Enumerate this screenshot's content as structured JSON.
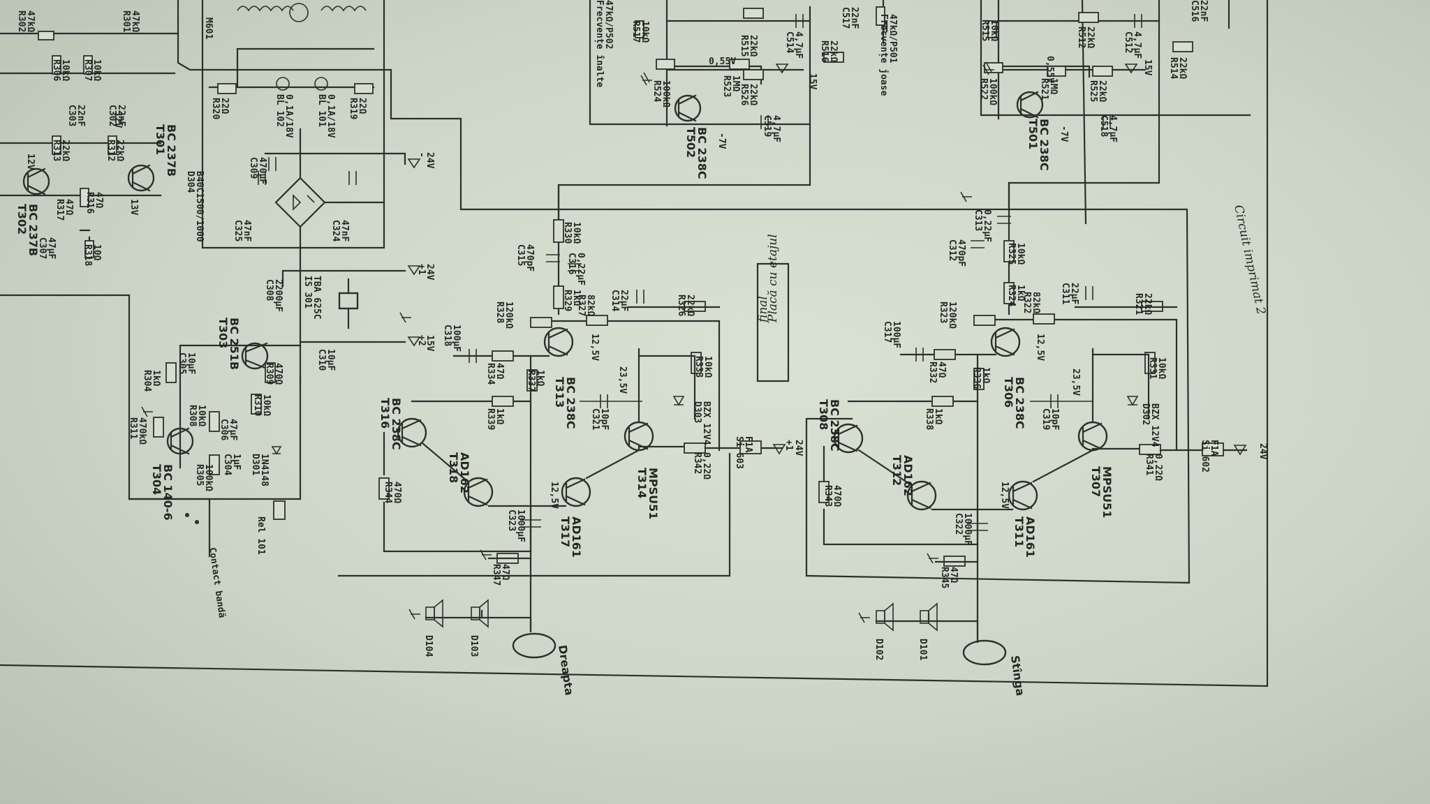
{
  "labels": {
    "board_label": "Placă cu etajul final",
    "board_label_l1": "Placă cu etajul",
    "board_label_l2": "final",
    "circuit_2": "Circuit imprimat 2",
    "right_out": "Dreapta",
    "left_out": "Stînga",
    "contact_band": "Contact bandă",
    "supply_24": "24V",
    "supply_15": "15V",
    "supply_neg7": "-7V",
    "supply_plus1": "+1",
    "supply_plus2": "+2",
    "supply_minus": "-",
    "v_055": "0,55V",
    "v_125": "12,5V",
    "v_235": "23,5V",
    "v_13": "13V",
    "v_12": "12V"
  },
  "components": {
    "t313": [
      "BC 238C",
      "T313"
    ],
    "t306": [
      "BC 238C",
      "T306"
    ],
    "t316t": [
      "BC 238C",
      "T316"
    ],
    "t308": [
      "BC 238C",
      "T308"
    ],
    "t314": [
      "MPSU51",
      "T314"
    ],
    "t307": [
      "MPSU51",
      "T307"
    ],
    "t318": [
      "AD162",
      "T318"
    ],
    "t312": [
      "AD162",
      "T312"
    ],
    "t317": [
      "AD161",
      "T317"
    ],
    "t311": [
      "AD161",
      "T311"
    ],
    "t502": [
      "BC 238C",
      "T502"
    ],
    "t501": [
      "BC 238C",
      "T501"
    ],
    "t303": [
      "BC 251B",
      "T303"
    ],
    "t304": [
      "BC 140-6",
      "T304"
    ],
    "t301": [
      "BC 237B",
      "T301"
    ],
    "t302": [
      "BC 237B",
      "T302"
    ],
    "r330": [
      "10kΩ",
      "R330"
    ],
    "r325": [
      "10kΩ",
      "R325"
    ],
    "c316": [
      "0,22µF",
      "C316"
    ],
    "c313": [
      "0,22µF",
      "C313"
    ],
    "c315": [
      "470pF",
      "C315"
    ],
    "c312": [
      "470pF",
      "C312"
    ],
    "r329": [
      "1kΩ",
      "R329"
    ],
    "r324": [
      "1kΩ",
      "R324"
    ],
    "r327": [
      "82kΩ",
      "R327"
    ],
    "r322": [
      "82kΩ",
      "R322"
    ],
    "c314": [
      "22µF",
      "C314"
    ],
    "c311": [
      "22µF",
      "C311"
    ],
    "r328": [
      "120kΩ",
      "R328"
    ],
    "r323": [
      "120kΩ",
      "R323"
    ],
    "r326": [
      "22kΩ",
      "R326"
    ],
    "r321": [
      "22kΩ",
      "R321"
    ],
    "c318": [
      "100µF",
      "C318"
    ],
    "c317": [
      "100µF",
      "C317"
    ],
    "r334": [
      "47Ω",
      "R334"
    ],
    "r332": [
      "47Ω",
      "R332"
    ],
    "r337": [
      "1kΩ",
      "R337"
    ],
    "r336": [
      "1kΩ",
      "R336"
    ],
    "r333": [
      "10kΩ",
      "R333"
    ],
    "r331": [
      "10kΩ",
      "R331"
    ],
    "c321": [
      "10pF",
      "C321"
    ],
    "c319": [
      "10pF",
      "C319"
    ],
    "d303": [
      "BZX 12V4",
      "D303"
    ],
    "d302": [
      "BZX 12V4",
      "D302"
    ],
    "r339": [
      "1kΩ",
      "R339"
    ],
    "r338": [
      "1kΩ",
      "R338"
    ],
    "r342": [
      "0,22Ω",
      "R342"
    ],
    "r341": [
      "0,22Ω",
      "R341"
    ],
    "r344": [
      "470Ω",
      "R344"
    ],
    "r343": [
      "470Ω",
      "R343"
    ],
    "c323": [
      "1000µF",
      "C323"
    ],
    "c322": [
      "1000µF",
      "C322"
    ],
    "r347": [
      "47Ω",
      "R347"
    ],
    "r345": [
      "47Ω",
      "R345"
    ],
    "si603": [
      "F1A",
      "Si 603"
    ],
    "si602": [
      "F1A",
      "Si 602"
    ],
    "d104": "D104",
    "d103": "D103",
    "d102": "D102",
    "d101": "D101",
    "r516": [
      "22kΩ",
      "R516"
    ],
    "r515": [
      "22kΩ",
      "R515"
    ],
    "c514": [
      "4,7µF",
      "C514"
    ],
    "r523": [
      "1MΩ",
      "R523"
    ],
    "r526": [
      "22kΩ",
      "R526"
    ],
    "r524": [
      "100kΩ",
      "R524"
    ],
    "c519": [
      "4,7µF",
      "C519"
    ],
    "r517": [
      "10kΩ",
      "R517"
    ],
    "c517": [
      "22nF",
      "C517"
    ],
    "p502": [
      "47kΩ/P502",
      "Frecvențe înalte"
    ],
    "p501": [
      "47kΩ/P501",
      "Frecvențe joase"
    ],
    "r514": [
      "22kΩ",
      "R514"
    ],
    "r512": [
      "22kΩ",
      "R512"
    ],
    "c512": [
      "4,7µF",
      "C512"
    ],
    "r521": [
      "1MΩ",
      "R521"
    ],
    "r525": [
      "22kΩ",
      "R525"
    ],
    "r522": [
      "100kΩ",
      "R522"
    ],
    "c518": [
      "4,7µF",
      "C518"
    ],
    "r515b": [
      "10kΩ",
      "R515"
    ],
    "c516": [
      "22nF",
      "C516"
    ],
    "r319": [
      "22Ω",
      "R319"
    ],
    "r320": [
      "22Ω",
      "R320"
    ],
    "bl101": [
      "0,1A/18V",
      "BL 101"
    ],
    "bl102": [
      "0,1A/18V",
      "BL 102"
    ],
    "m601": "M601",
    "d304": [
      "B40C1500/1000",
      "D304"
    ],
    "c309": [
      "470µF",
      "C309"
    ],
    "c325": [
      "47nF",
      "C325"
    ],
    "c324": [
      "47nF",
      "C324"
    ],
    "c308": [
      "2200µF",
      "C308"
    ],
    "s301": [
      "TBA 625C",
      "IS 301"
    ],
    "c310": [
      "10µF",
      "C310"
    ],
    "r309": [
      "470Ω",
      "R309"
    ],
    "r310": [
      "10kΩ",
      "R310"
    ],
    "c306": [
      "47µF",
      "C306"
    ],
    "c305": [
      "10µF",
      "C305"
    ],
    "r304": [
      "1kΩ",
      "R304"
    ],
    "r308": [
      "10kΩ",
      "R308"
    ],
    "r311": [
      "470kΩ",
      "R311"
    ],
    "r305": [
      "100kΩ",
      "R305"
    ],
    "c304": [
      "1µF",
      "C304"
    ],
    "d301": [
      "1N4148",
      "D301"
    ],
    "rel101": "Rel 101",
    "r302": [
      "47kΩ",
      "R302"
    ],
    "r301": [
      "47kΩ",
      "R301"
    ],
    "r306": [
      "10kΩ",
      "R306"
    ],
    "r307": [
      "10kΩ",
      "R307"
    ],
    "c303": [
      "22nF",
      "C303"
    ],
    "c302": [
      "22nF",
      "C302"
    ],
    "r313": [
      "22kΩ",
      "R313"
    ],
    "r312": [
      "22kΩ",
      "R312"
    ],
    "r317": [
      "47Ω",
      "R317"
    ],
    "r316": [
      "47Ω",
      "R316"
    ],
    "c307": [
      "47µF",
      "C307"
    ],
    "r318": [
      "10Ω",
      "R318"
    ]
  }
}
